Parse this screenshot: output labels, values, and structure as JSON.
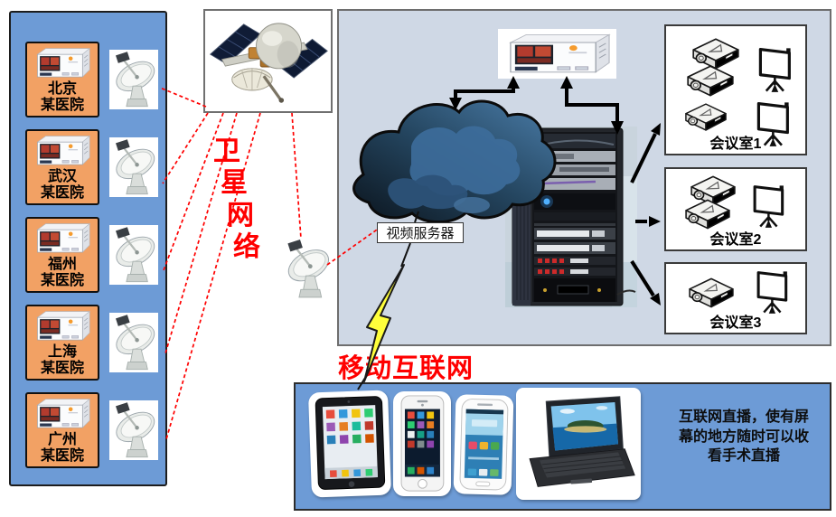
{
  "hospitals": [
    {
      "city": "北京",
      "org": "某医院"
    },
    {
      "city": "武汉",
      "org": "某医院"
    },
    {
      "city": "福州",
      "org": "某医院"
    },
    {
      "city": "上海",
      "org": "某医院"
    },
    {
      "city": "广州",
      "org": "某医院"
    }
  ],
  "rooms": [
    {
      "name": "会议室1"
    },
    {
      "name": "会议室2"
    },
    {
      "name": "会议室3"
    }
  ],
  "labels": {
    "satellite_network": "卫星网络",
    "satellite_network_chars": [
      "卫",
      "星",
      "网",
      "络"
    ],
    "video_server": "视频服务器",
    "mobile_internet": "移动互联网",
    "broadcast_caption_lines": [
      "互联网直播，使有屏",
      "幕的地方随时可以收",
      "看手术直播"
    ]
  },
  "icons": {
    "satellite": "satellite-icon",
    "satellite_dish": "satellite-dish-icon",
    "encoder": "video-encoder-icon",
    "projector": "projector-icon",
    "projection_screen": "projection-screen-icon",
    "cloud": "network-cloud-icon",
    "server_rack": "server-rack-icon",
    "tablet": "tablet-icon",
    "smartphone": "smartphone-icon",
    "laptop": "laptop-icon",
    "lightning": "lightning-bolt-icon"
  },
  "colors": {
    "panel_blue": "#6D9BD6",
    "panel_light": "#CFD8E5",
    "hospital_orange": "#F2A164",
    "accent_red": "#FF0000",
    "lightning_yellow": "#FFFF3B",
    "cloud_dark": "#12202E"
  }
}
